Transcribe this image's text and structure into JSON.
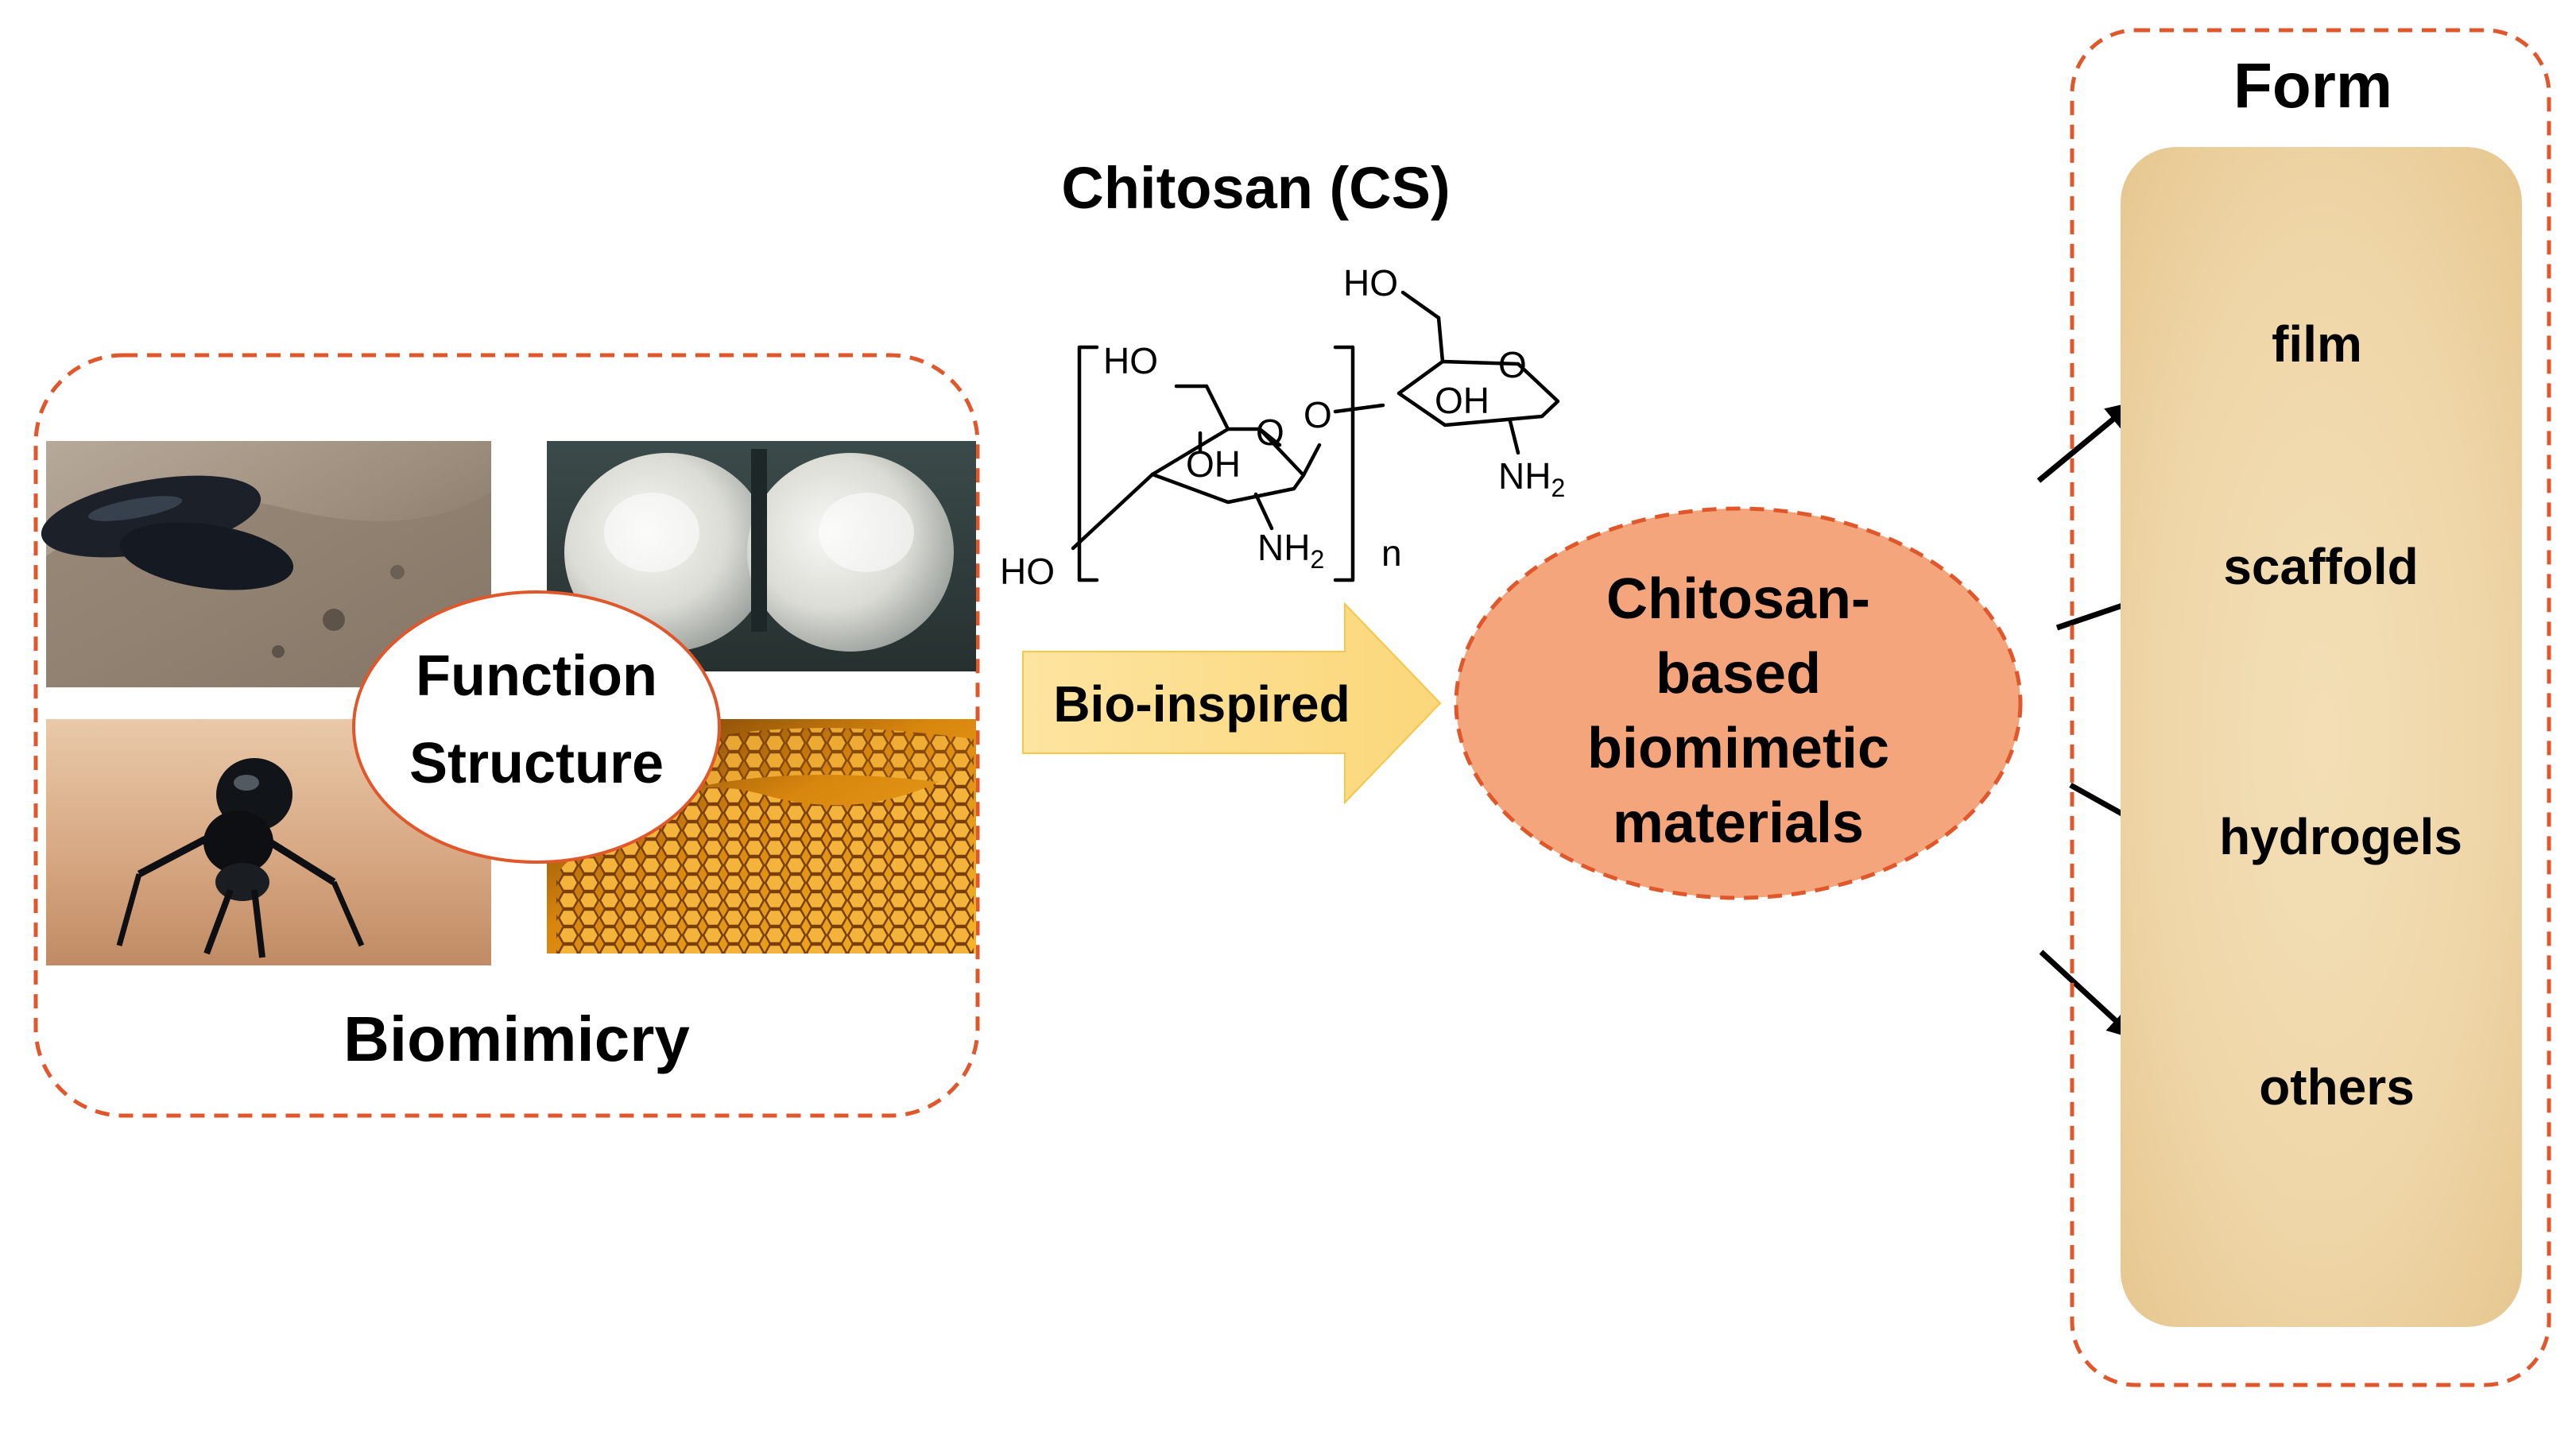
{
  "chemical": {
    "title": "Chitosan (CS)",
    "labels": {
      "ho_top": "HO",
      "ho_left_top": "HO",
      "oh_left": "OH",
      "oh_right": "OH",
      "ring_o_left": "O",
      "ring_o_right": "O",
      "bridge_o": "O",
      "nh2": "NH",
      "nh2_sub": "2",
      "ho_bottom": "HO",
      "repeat_n": "n"
    }
  },
  "biomimicry": {
    "center_line1": "Function",
    "center_line2": "Structure",
    "caption": "Biomimicry"
  },
  "arrow": {
    "label": "Bio-inspired",
    "color": "#fbd97e"
  },
  "center": {
    "lines": [
      "Chitosan-",
      "based",
      "biomimetic",
      "materials"
    ],
    "color": "#f4a57c",
    "border": "#e0572c"
  },
  "form": {
    "title": "Form",
    "items": [
      "film",
      "scaffold",
      "hydrogels",
      "others"
    ],
    "border": "#e0572c"
  }
}
